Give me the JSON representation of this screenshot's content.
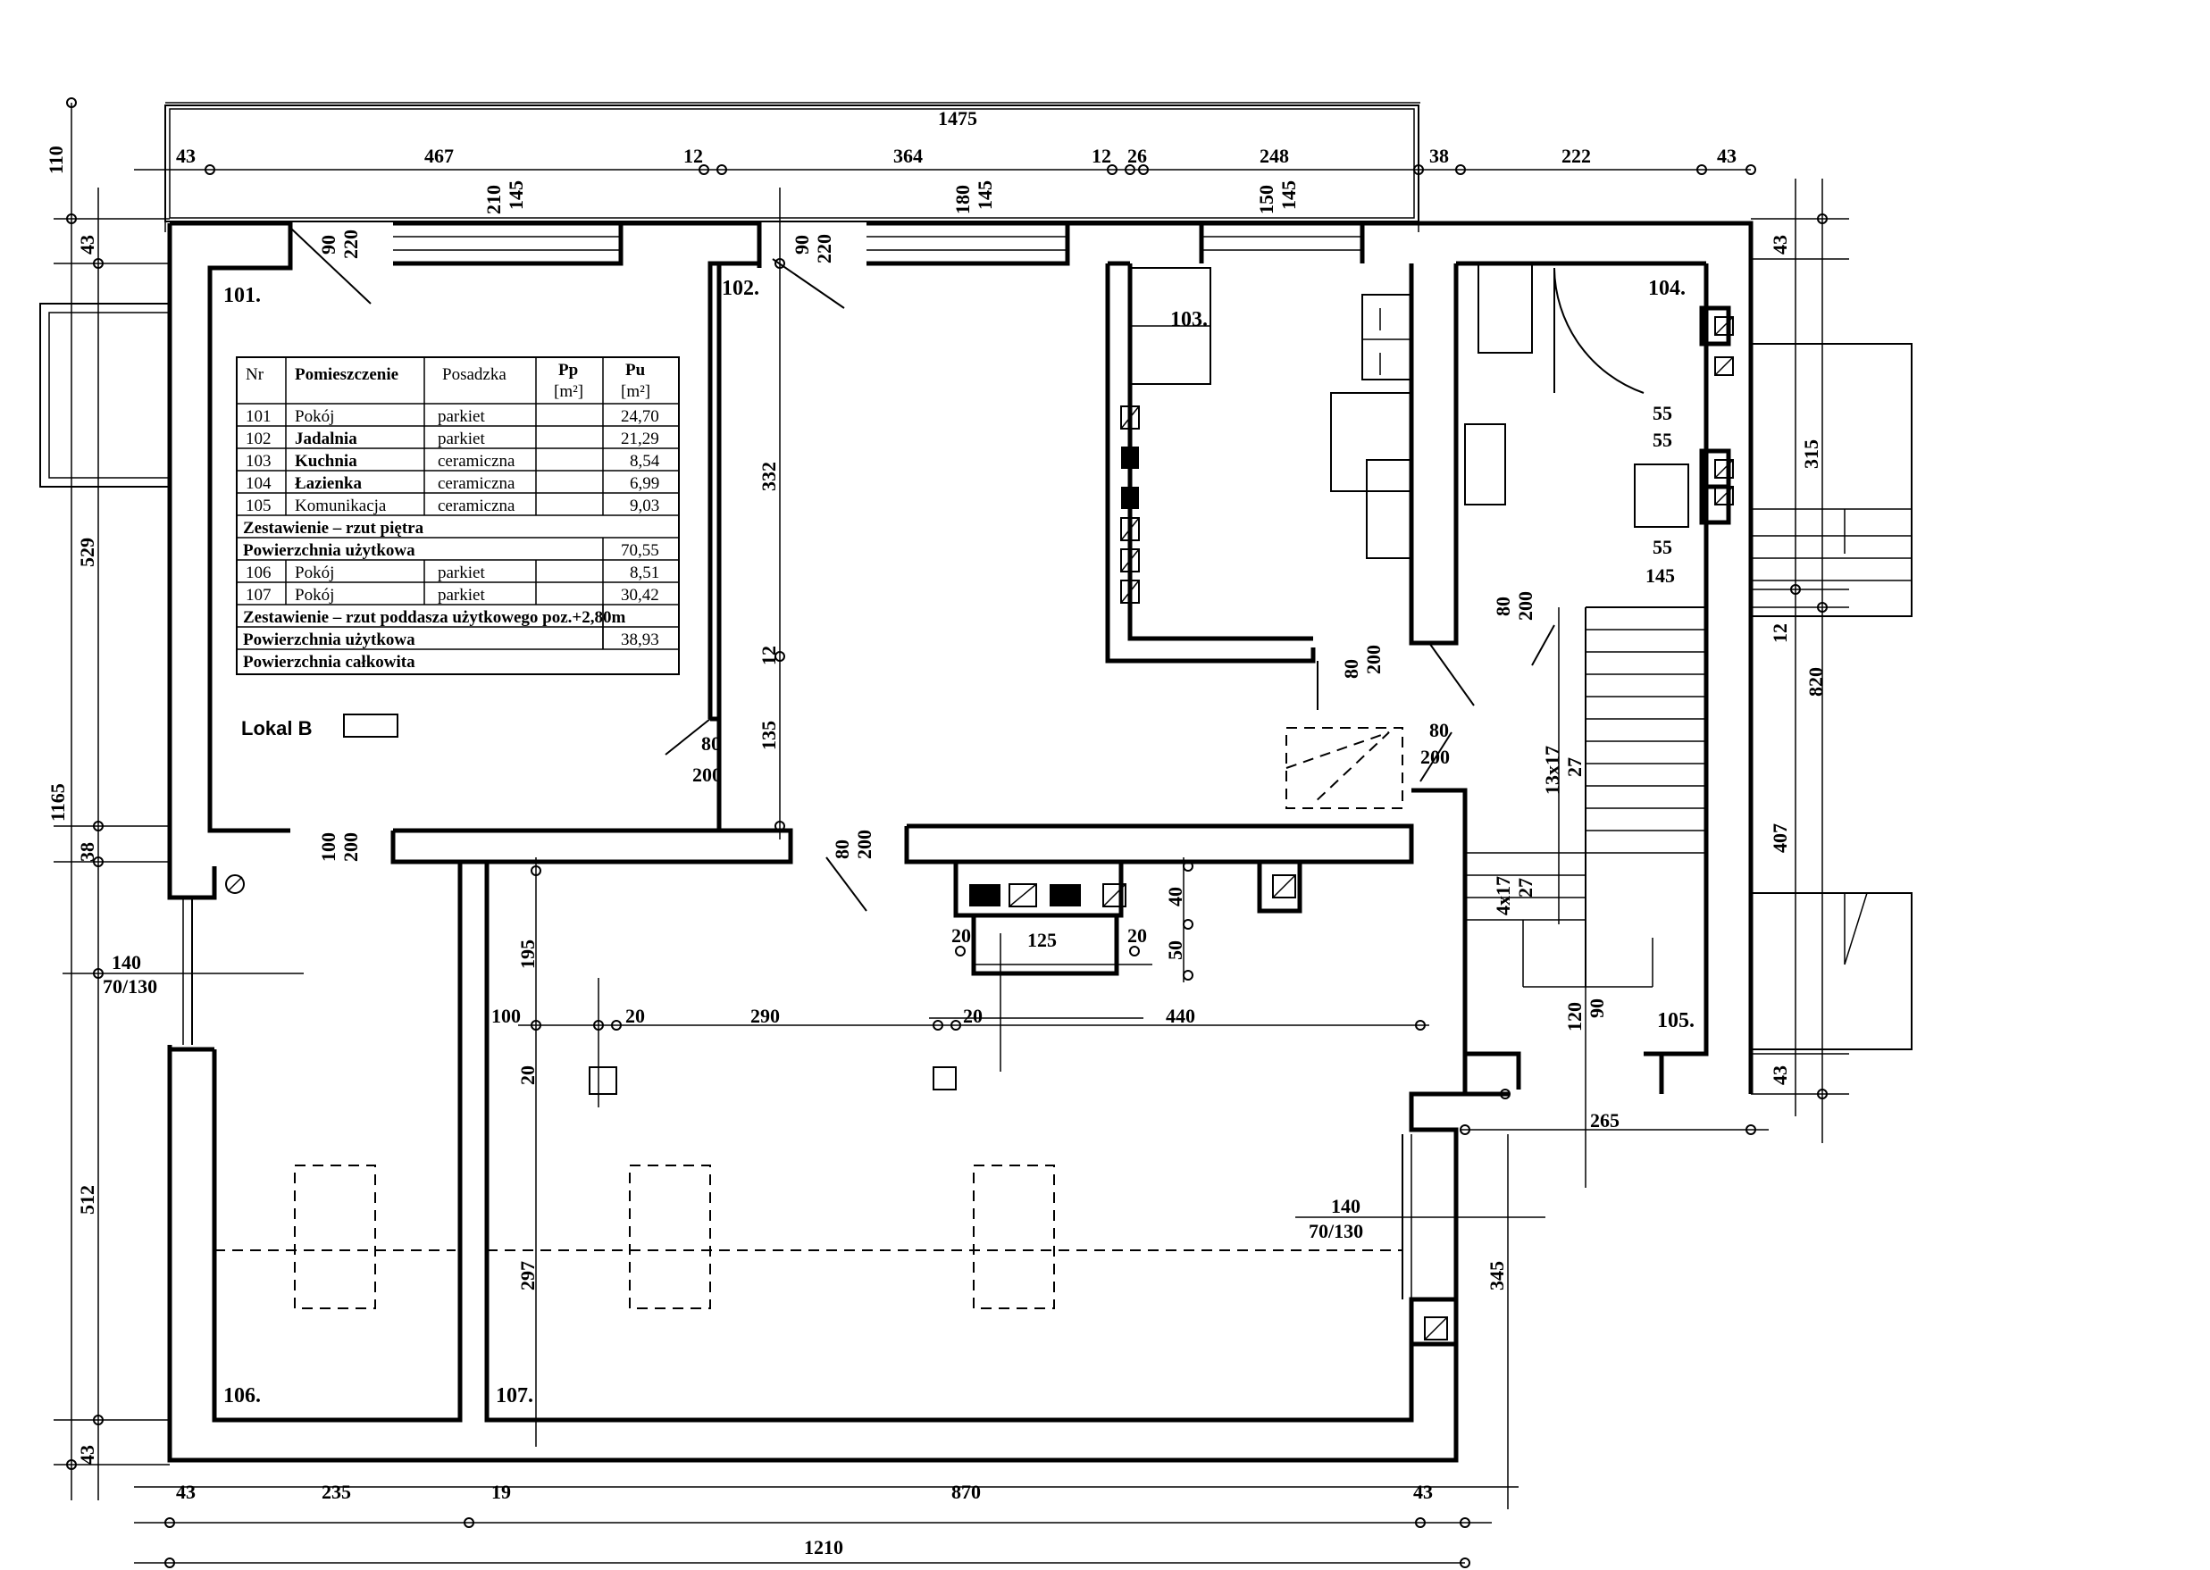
{
  "rooms": {
    "r101": "101.",
    "r102": "102.",
    "r103": "103.",
    "r104": "104.",
    "r105": "105.",
    "r106": "106.",
    "r107": "107."
  },
  "lokal": "Lokal B",
  "table": {
    "headers": {
      "nr": "Nr",
      "room": "Pomieszczenie",
      "floor": "Posadzka",
      "pp": "Pp",
      "pp_unit": "[m²]",
      "pu": "Pu",
      "pu_unit": "[m²]"
    },
    "rows_floor": [
      {
        "nr": "101",
        "room": "Pokój",
        "floor": "parkiet",
        "pu": "24,70"
      },
      {
        "nr": "102",
        "room": "Jadalnia",
        "floor": "parkiet",
        "pu": "21,29"
      },
      {
        "nr": "103",
        "room": "Kuchnia",
        "floor": "ceramiczna",
        "pu": "8,54"
      },
      {
        "nr": "104",
        "room": "Łazienka",
        "floor": "ceramiczna",
        "pu": "6,99"
      },
      {
        "nr": "105",
        "room": "Komunikacja",
        "floor": "ceramiczna",
        "pu": "9,03"
      }
    ],
    "summary_floor": "Zestawienie – rzut piętra",
    "usable_floor_label": "Powierzchnia użytkowa",
    "usable_floor_value": "70,55",
    "rows_attic": [
      {
        "nr": "106",
        "room": "Pokój",
        "floor": "parkiet",
        "pu": "8,51"
      },
      {
        "nr": "107",
        "room": "Pokój",
        "floor": "parkiet",
        "pu": "30,42"
      }
    ],
    "summary_attic": "Zestawienie – rzut poddasza użytkowego poz.+2,80m",
    "usable_attic_label": "Powierzchnia użytkowa",
    "usable_attic_value": "38,93",
    "total_label": "Powierzchnia całkowita"
  },
  "dims": {
    "top_total": "1475",
    "top_a": "43",
    "top_b": "467",
    "top_c": "12",
    "top_d": "364",
    "top_e": "12",
    "top_f": "26",
    "top_g": "248",
    "top_h": "38",
    "top_i": "222",
    "top_j": "43",
    "bottom_total": "1210",
    "bottom_a": "43",
    "bottom_b": "235",
    "bottom_c": "19",
    "bottom_d": "870",
    "bottom_e": "43",
    "left_110": "110",
    "left_43a": "43",
    "left_529": "529",
    "left_1165": "1165",
    "left_38": "38",
    "left_512": "512",
    "left_43b": "43",
    "right_43a": "43",
    "right_315": "315",
    "right_12": "12",
    "right_820": "820",
    "right_407": "407",
    "right_43b": "43",
    "w1_90": "90",
    "w1_220": "220",
    "w2_210": "210",
    "w2_145": "145",
    "w3_90": "90",
    "w3_220": "220",
    "w4_180": "180",
    "w4_145": "145",
    "w5_150": "150",
    "w5_145": "145",
    "d332": "332",
    "d12": "12",
    "d135": "135",
    "door102_80": "80",
    "door102_200": "200",
    "door_bath_80": "80",
    "door_bath_200": "200",
    "door_kitchen_80": "80",
    "door_kitchen_200": "200",
    "door_hall_80": "80",
    "door_hall_200": "200",
    "door_stair_80": "80",
    "door_stair_200": "200",
    "door101_100": "100",
    "door101_200": "200",
    "b55a": "55",
    "b55b": "55",
    "b55c": "55",
    "b145": "145",
    "stairs_a": "13x17",
    "stairs_b": "27",
    "stairs_c": "4x17",
    "stairs_d": "27",
    "d120": "120",
    "d90": "90",
    "d265": "265",
    "d345": "345",
    "win_l_140": "140",
    "win_l_70130": "70/130",
    "win_r_140": "140",
    "win_r_70130": "70/130",
    "d195": "195",
    "d297": "297",
    "h100": "100",
    "h20a": "20",
    "h290": "290",
    "h20b": "20",
    "h440": "440",
    "v20": "20",
    "c20a": "20",
    "c125": "125",
    "c20b": "20",
    "c40": "40",
    "c50": "50"
  }
}
